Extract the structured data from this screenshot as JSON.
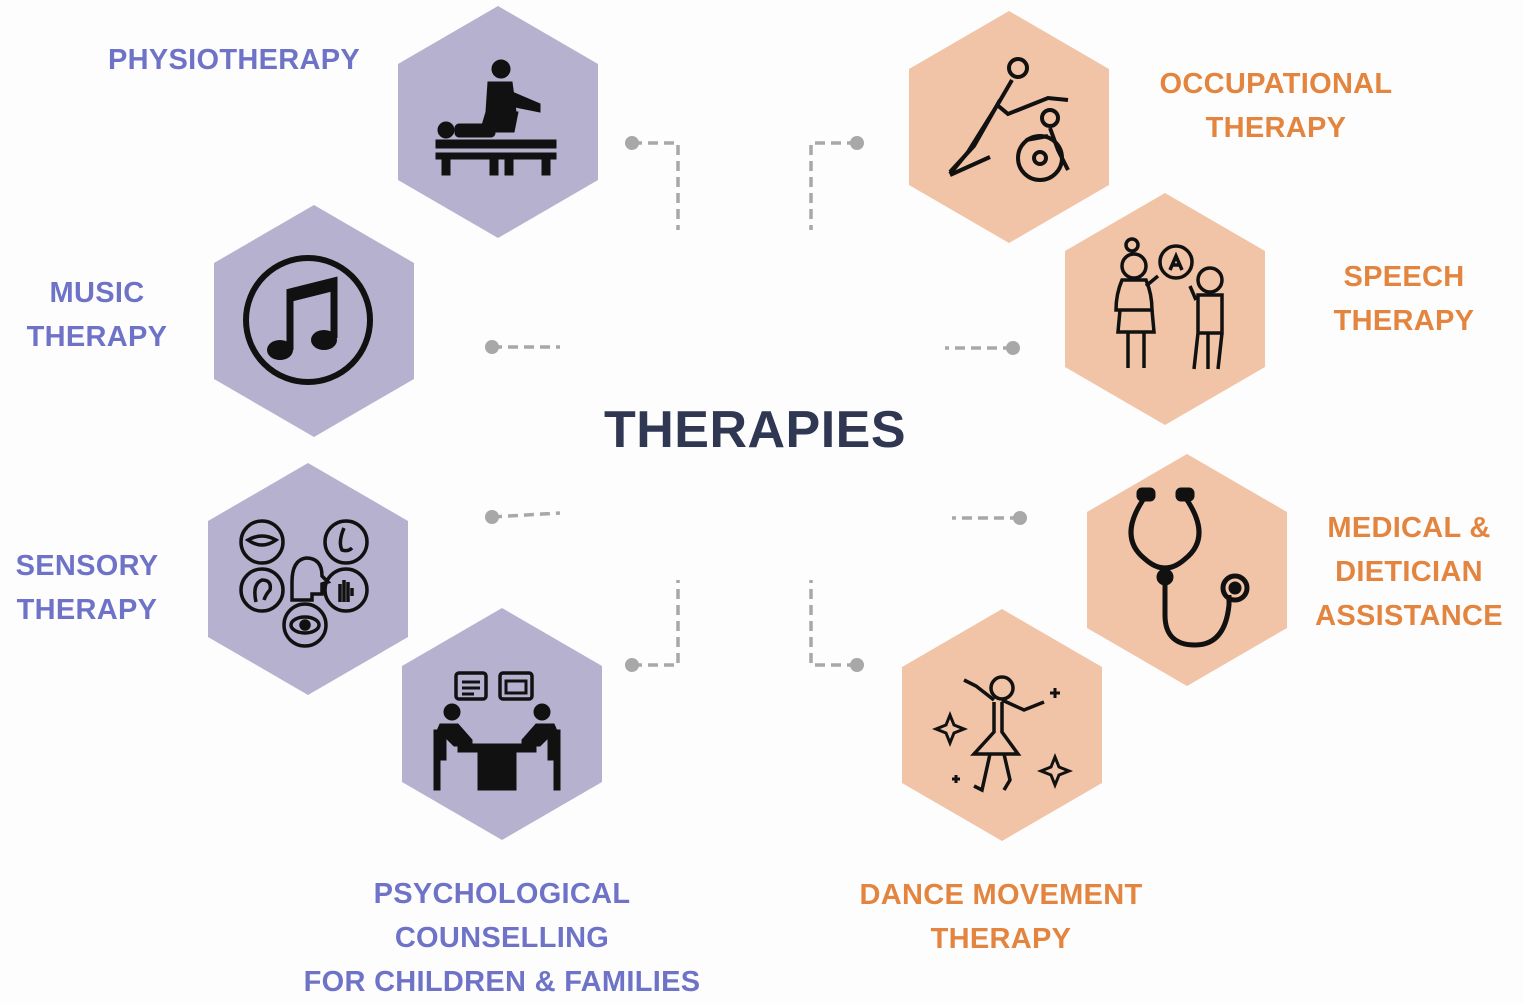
{
  "title": "THERAPIES",
  "colors": {
    "left_hex": "#b5b1cf",
    "right_hex": "#f1c4a7",
    "left_text": "#6e73c8",
    "right_text": "#e3843f",
    "title": "#2f3753",
    "connector": "#a8a8a8"
  },
  "therapies": {
    "physiotherapy": {
      "lines": [
        "PHYSIOTHERAPY"
      ],
      "icon": "massage-table-icon"
    },
    "music": {
      "lines": [
        "MUSIC",
        "THERAPY"
      ],
      "icon": "music-note-icon"
    },
    "sensory": {
      "lines": [
        "SENSORY",
        "THERAPY"
      ],
      "icon": "five-senses-icon"
    },
    "psychological": {
      "lines": [
        "PSYCHOLOGICAL",
        "COUNSELLING",
        "FOR CHILDREN & FAMILIES"
      ],
      "icon": "counselling-table-icon"
    },
    "occupational": {
      "lines": [
        "OCCUPATIONAL",
        "THERAPY"
      ],
      "icon": "wheelchair-assist-icon"
    },
    "speech": {
      "lines": [
        "SPEECH",
        "THERAPY"
      ],
      "icon": "speech-conversation-icon"
    },
    "medical": {
      "lines": [
        "MEDICAL &",
        "DIETICIAN",
        "ASSISTANCE"
      ],
      "icon": "stethoscope-icon"
    },
    "dance": {
      "lines": [
        "DANCE MOVEMENT",
        "THERAPY"
      ],
      "icon": "dancer-icon"
    }
  }
}
